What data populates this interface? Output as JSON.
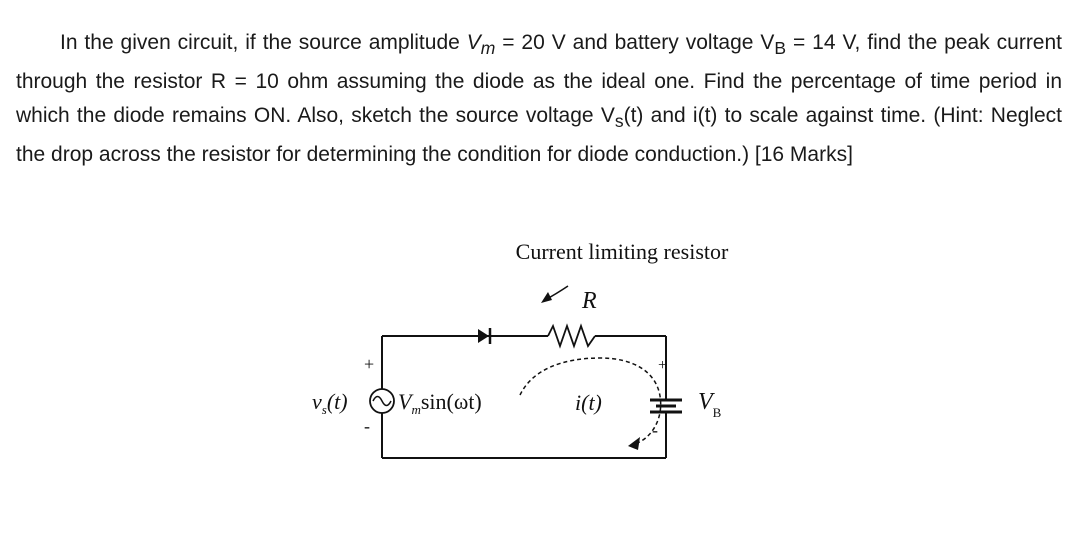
{
  "question": {
    "intro": "In the given circuit, if the source amplitude ",
    "vm_symbol": "V",
    "vm_sub": "m",
    "vm_value": " = 20 V and battery voltage V",
    "vb_sub": "B",
    "vb_value": " = 14 V, find the peak ",
    "rest": "current through the resistor R = 10 ohm assuming the diode as the ideal one. Find the percentage of time period in which the diode remains ON. Also, sketch the source voltage V",
    "vs_sub": "s",
    "tail": "(t) and i(t) to scale against time. (Hint: Neglect the drop across the resistor for determining the condition for diode conduction.) [16 Marks]"
  },
  "circuit": {
    "resistor_caption": "Current limiting resistor",
    "resistor_label": "R",
    "source_label": "v",
    "source_sub": "s",
    "source_tail": "(t)",
    "source_expr_v": "V",
    "source_expr_sub": "m",
    "source_expr_tail": "sin(ωt)",
    "current_label": "i(t)",
    "battery_label": "V",
    "battery_sub": "B",
    "plus": "+",
    "minus": "-"
  }
}
